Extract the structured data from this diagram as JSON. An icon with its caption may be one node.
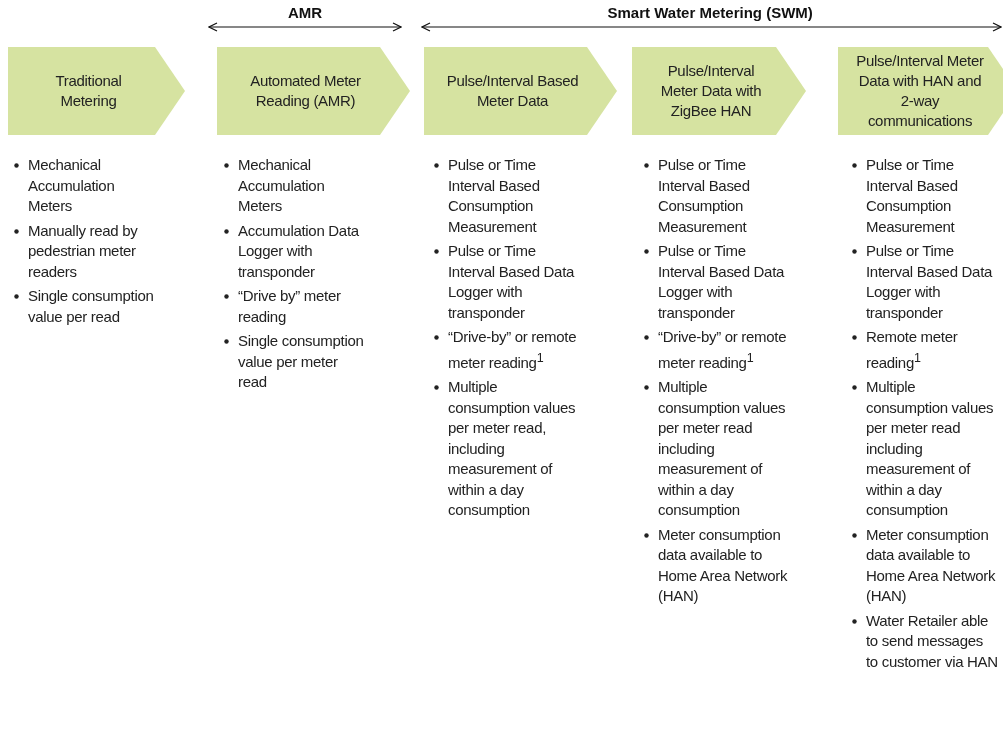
{
  "diagram": {
    "nodes": [
      {
        "text": [
          "Traditional Metering"
        ],
        "beside": [
          "Mechanical Accumulation Meters",
          "Manually read by pedestrian meter readers",
          "Single consumption value per read"
        ]
      },
      {
        "text": [
          "Automated Meter Reading (AMR)"
        ],
        "beside": [
          "Mechanical Accumulation Meters",
          "Accumulation Data Logger with transponder",
          "“Drive by” meter reading",
          "Single consumption value per meter read"
        ]
      },
      {
        "text": [
          "Pulse/Interval Based Meter Data"
        ],
        "beside": [
          "Pulse or Time Interval Based Consumption Measurement",
          "Pulse or Time Interval Based Data Logger with transponder",
          "“Drive-by” or remote meter reading$^{1}$",
          "Multiple consumption values per meter read, including measurement of within a day consumption"
        ]
      },
      {
        "text": [
          "Pulse/Interval Meter Data with ZigBee HAN"
        ],
        "beside": [
          "Pulse or Time Interval Based Consumption Measurement",
          "Pulse or Time Interval Based Data Logger with transponder",
          "“Drive-by” or remote meter reading$^{1}$",
          "Multiple consumption values per meter read including measurement of within a day consumption",
          "Meter consumption data available to Home Area Network (HAN)"
        ]
      },
      {
        "text": [
          "Pulse/Interval Meter Data with HAN and 2-way communications"
        ],
        "beside": [
          "Pulse or Time Interval Based Consumption Measurement",
          "Pulse or Time Interval Based Data Logger with transponder",
          "Remote meter reading$^{1}$",
          "Multiple consumption values per meter read including measurement of within a day consumption",
          "Meter consumption data available to Home Area Network (HAN)",
          "Water Retailer able to send messages to customer via HAN"
        ]
      }
    ],
    "edges": [],
    "labels": [
      "AMR",
      "Smart Water Metering (SWM)"
    ]
  }
}
